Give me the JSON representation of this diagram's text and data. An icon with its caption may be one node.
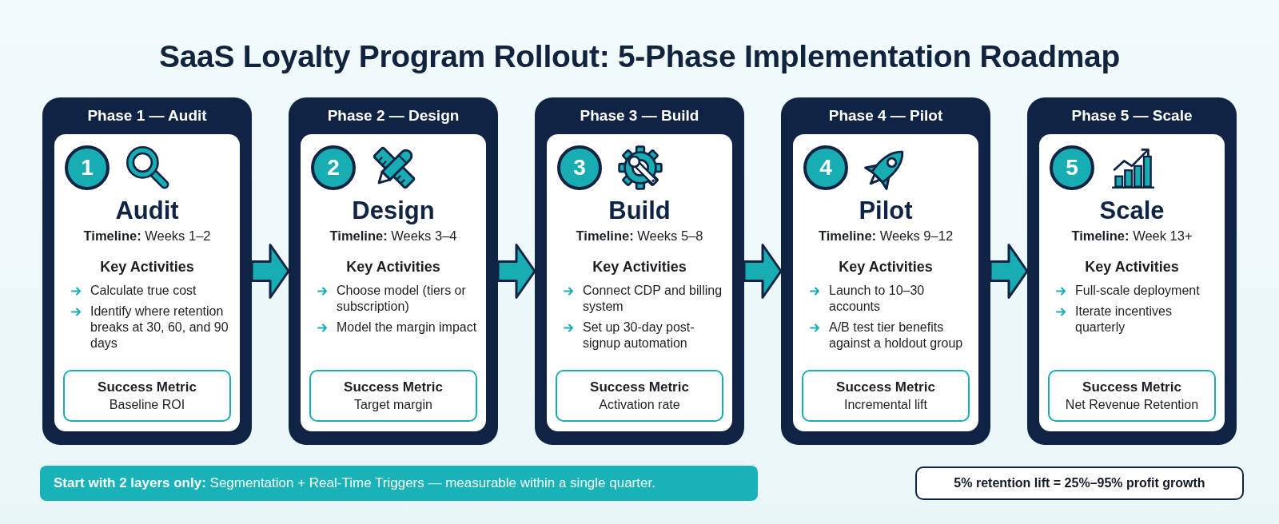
{
  "diagram": {
    "title": "SaaS Loyalty Program Rollout: 5-Phase Implementation Roadmap",
    "nodes": [
      {
        "text": [
          "Phase 1 — Audit"
        ]
      },
      {
        "text": [
          "Audit",
          "**Timeline:** Weeks 1–2",
          "Key Activities",
          "Calculate true cost",
          "Identify where retention breaks at 30, 60, and 90 days"
        ],
        "in": 0
      },
      {
        "text": [
          "1"
        ],
        "in": 1
      },
      {
        "text": [
          "Success Metric",
          "Baseline ROI"
        ],
        "in": 1
      },
      {
        "text": [
          "Phase 2 — Design"
        ]
      },
      {
        "text": [
          "Design",
          "**Timeline:** Weeks 3–4",
          "Key Activities",
          "Choose model (tiers or subscription)",
          "Model the margin impact"
        ],
        "in": 4
      },
      {
        "text": [
          "2"
        ],
        "in": 5
      },
      {
        "text": [
          "Success Metric",
          "Target margin"
        ],
        "in": 5
      },
      {
        "text": [
          "Phase 3 — Build"
        ]
      },
      {
        "text": [
          "Build",
          "**Timeline:** Weeks 5–8",
          "Key Activities",
          "Connect CDP and billing system",
          "Set up 30-day post-signup automation"
        ],
        "in": 8
      },
      {
        "text": [
          "3"
        ],
        "in": 9
      },
      {
        "text": [
          "Success Metric",
          "Activation rate"
        ],
        "in": 9
      },
      {
        "text": [
          "Phase 4 — Pilot"
        ]
      },
      {
        "text": [
          "Pilot",
          "**Timeline:** Weeks 9–12",
          "Key Activities",
          "Launch to 10–30 accounts",
          "A/B test tier benefits against a holdout group"
        ],
        "in": 12
      },
      {
        "text": [
          "4"
        ],
        "in": 13
      },
      {
        "text": [
          "Success Metric",
          "Incremental lift"
        ],
        "in": 13
      },
      {
        "text": [
          "Phase 5 — Scale"
        ]
      },
      {
        "text": [
          "Scale",
          "**Timeline:** Week 13+",
          "Key Activities",
          "Full-scale deployment",
          "Iterate incentives quarterly"
        ],
        "in": 16
      },
      {
        "text": [
          "5"
        ],
        "in": 17
      },
      {
        "text": [
          "Success Metric",
          "Net Revenue Retention"
        ],
        "in": 17
      },
      {
        "text": [
          "**Start with 2 layers only:** Segmentation + Real-Time Triggers — measurable within a single quarter."
        ]
      },
      {
        "text": [
          "5% retention lift = 25%–95% profit growth"
        ]
      }
    ],
    "edges": [
      {
        "from": 0,
        "to": 4,
        "arrow": "to"
      },
      {
        "from": 4,
        "to": 8,
        "arrow": "to"
      },
      {
        "from": 8,
        "to": 12,
        "arrow": "to"
      },
      {
        "from": 12,
        "to": 16,
        "arrow": "to"
      }
    ]
  }
}
